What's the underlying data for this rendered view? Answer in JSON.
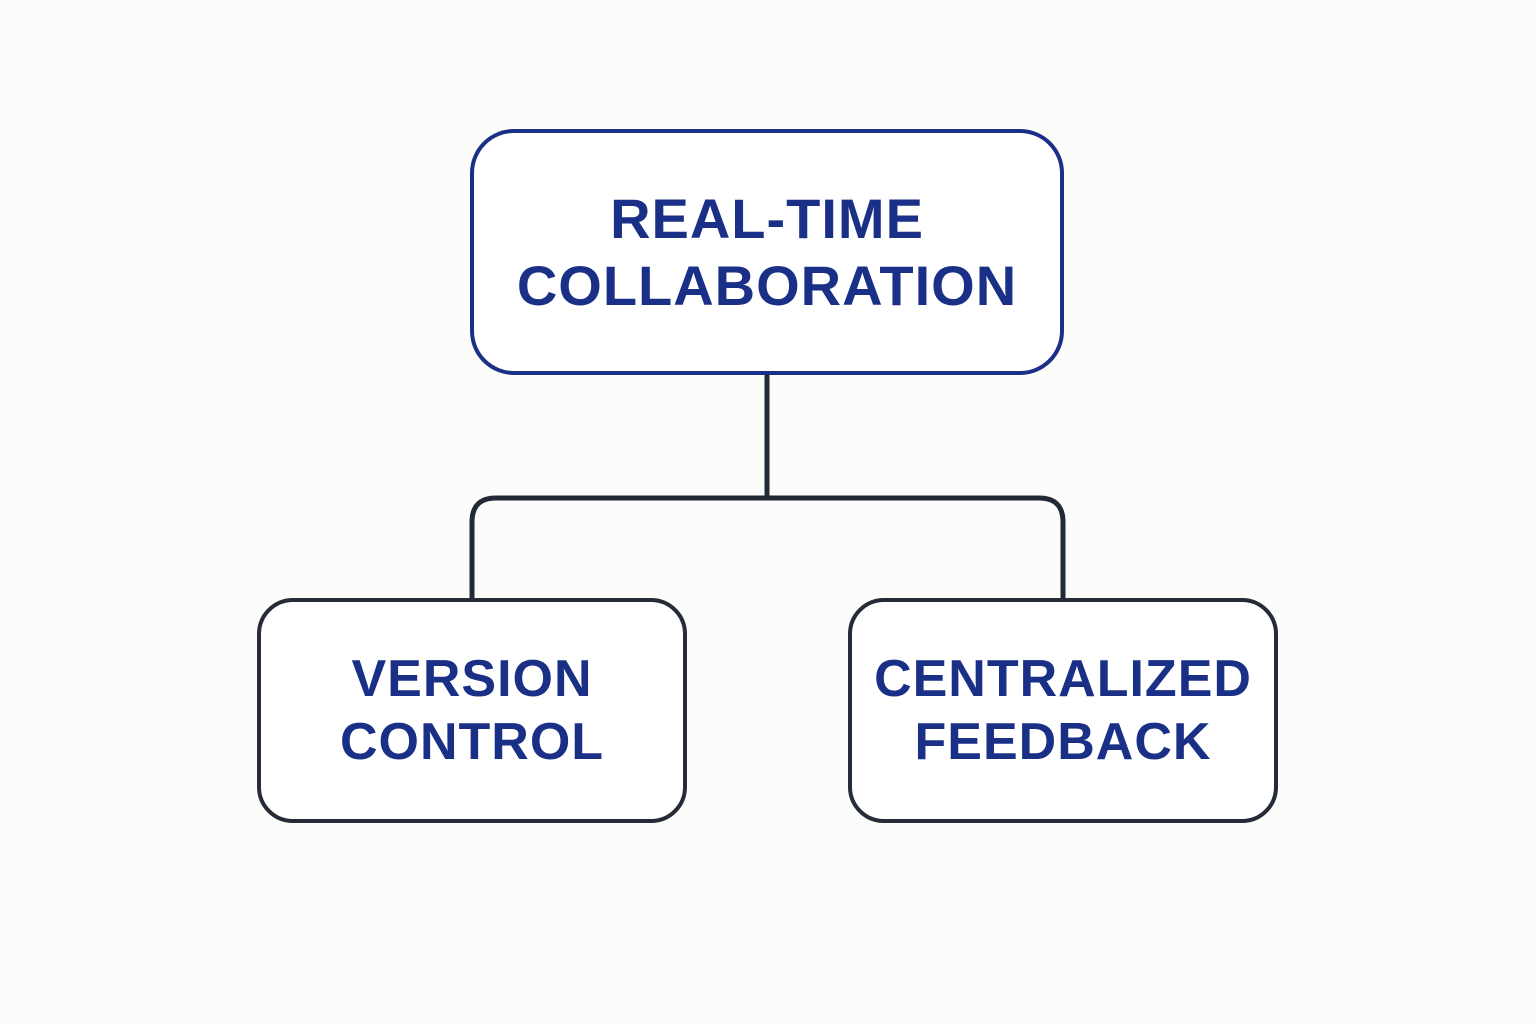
{
  "diagram": {
    "colors": {
      "text": "#1a2f86",
      "root_border": "#1a2f86",
      "child_border": "#252c37",
      "connector": "#222a36",
      "background": "#fcfcfb"
    },
    "root": {
      "lines": [
        "REAL-TIME",
        "COLLABORATION"
      ]
    },
    "children": [
      {
        "lines": [
          "VERSION",
          "CONTROL"
        ]
      },
      {
        "lines": [
          "CENTRALIZED",
          "FEEDBACK"
        ]
      }
    ]
  }
}
